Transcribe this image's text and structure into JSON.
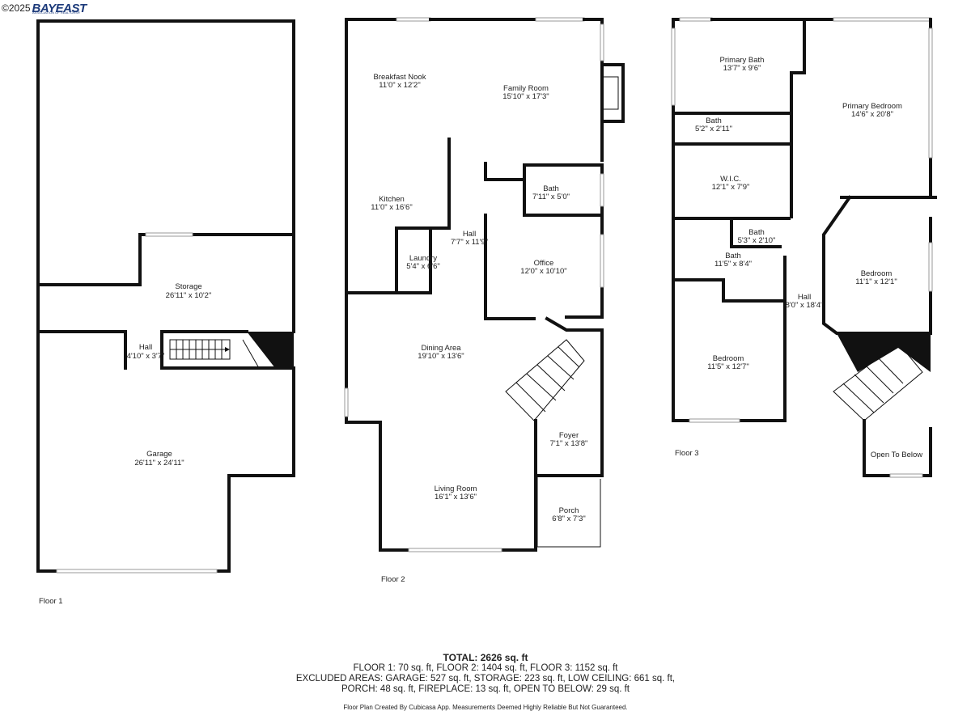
{
  "header": {
    "copyright": "©2025",
    "brand": "BAYEAST",
    "brand_sub": "ASSOCIATION OF REALTORS®"
  },
  "floors": [
    {
      "label": "Floor 1",
      "rooms": [
        {
          "name": "Storage",
          "dims": "26'11\" x 10'2\""
        },
        {
          "name": "Hall",
          "dims": "4'10\" x 3'7\""
        },
        {
          "name": "Garage",
          "dims": "26'11\" x 24'11\""
        }
      ]
    },
    {
      "label": "Floor 2",
      "rooms": [
        {
          "name": "Breakfast Nook",
          "dims": "11'0\" x 12'2\""
        },
        {
          "name": "Family Room",
          "dims": "15'10\" x 17'3\""
        },
        {
          "name": "Bath",
          "dims": "7'11\" x 5'0\""
        },
        {
          "name": "Kitchen",
          "dims": "11'0\" x 16'6\""
        },
        {
          "name": "Hall",
          "dims": "7'7\" x 11'9\""
        },
        {
          "name": "Laundry",
          "dims": "5'4\" x 6'6\""
        },
        {
          "name": "Office",
          "dims": "12'0\" x 10'10\""
        },
        {
          "name": "Dining Area",
          "dims": "19'10\" x 13'6\""
        },
        {
          "name": "Foyer",
          "dims": "7'1\" x 13'8\""
        },
        {
          "name": "Living Room",
          "dims": "16'1\" x 13'6\""
        },
        {
          "name": "Porch",
          "dims": "6'8\" x 7'3\""
        }
      ]
    },
    {
      "label": "Floor 3",
      "rooms": [
        {
          "name": "Primary Bath",
          "dims": "13'7\" x 9'6\""
        },
        {
          "name": "Primary Bedroom",
          "dims": "14'6\" x 20'8\""
        },
        {
          "name": "Bath",
          "dims": "5'2\" x 2'11\""
        },
        {
          "name": "W.I.C.",
          "dims": "12'1\" x 7'9\""
        },
        {
          "name": "Bath",
          "dims": "5'3\" x 2'10\""
        },
        {
          "name": "Bath",
          "dims": "11'5\" x 8'4\""
        },
        {
          "name": "Hall",
          "dims": "8'0\" x 18'4\""
        },
        {
          "name": "Bedroom",
          "dims": "11'1\" x 12'1\""
        },
        {
          "name": "Bedroom",
          "dims": "11'5\" x 12'7\""
        },
        {
          "name": "Open To Below",
          "dims": ""
        }
      ]
    }
  ],
  "summary": {
    "total": "TOTAL: 2626 sq. ft",
    "line1": "FLOOR 1: 70 sq. ft, FLOOR 2: 1404 sq. ft, FLOOR 3: 1152 sq. ft",
    "line2": "EXCLUDED AREAS: GARAGE: 527 sq. ft, STORAGE: 223 sq. ft, LOW CEILING: 661 sq. ft,",
    "line3": "PORCH: 48 sq. ft, FIREPLACE: 13 sq. ft, OPEN TO BELOW: 29 sq. ft",
    "note": "Floor Plan Created By Cubicasa App. Measurements Deemed Highly Reliable But Not Guaranteed."
  }
}
